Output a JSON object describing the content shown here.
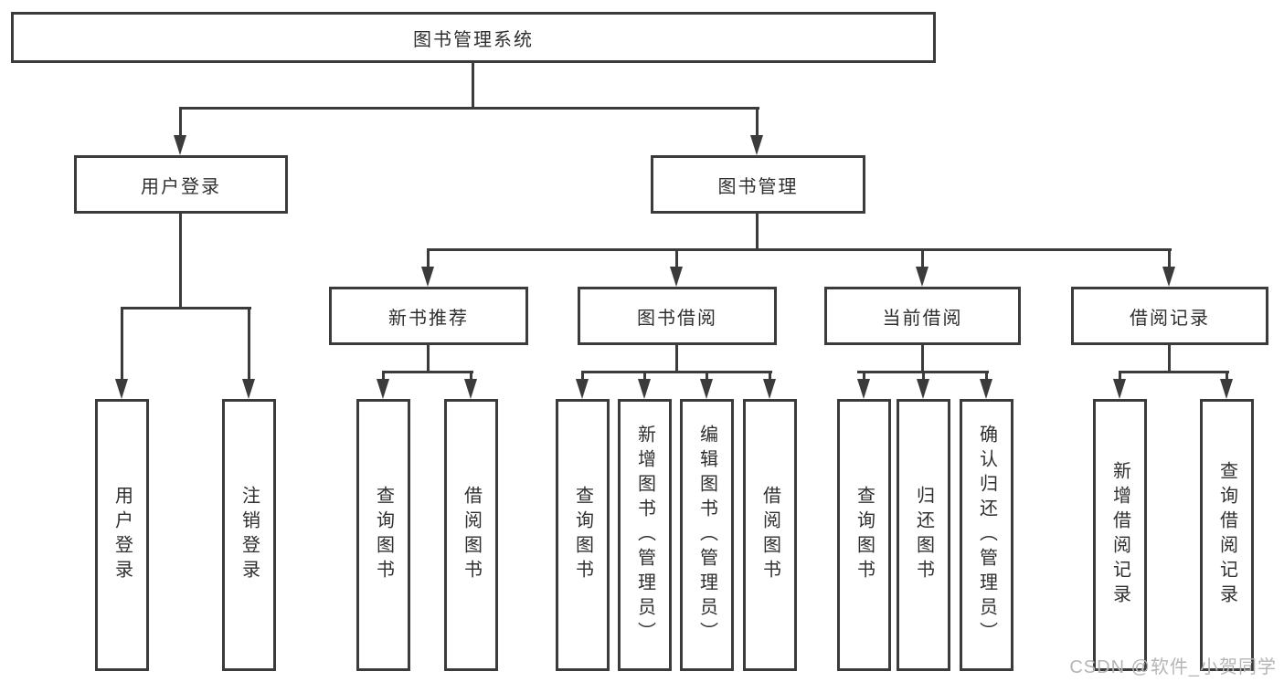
{
  "diagram_title": "图书管理系统",
  "tree": {
    "label": "图书管理系统",
    "children": [
      {
        "label": "用户登录",
        "children": [
          {
            "label": "用户登录"
          },
          {
            "label": "注销登录"
          }
        ]
      },
      {
        "label": "图书管理",
        "children": [
          {
            "label": "新书推荐",
            "children": [
              {
                "label": "查询图书"
              },
              {
                "label": "借阅图书"
              }
            ]
          },
          {
            "label": "图书借阅",
            "children": [
              {
                "label": "查询图书"
              },
              {
                "label": "新增图书（管理员）"
              },
              {
                "label": "编辑图书（管理员）"
              },
              {
                "label": "借阅图书"
              }
            ]
          },
          {
            "label": "当前借阅",
            "children": [
              {
                "label": "查询图书"
              },
              {
                "label": "归还图书"
              },
              {
                "label": "确认归还（管理员）"
              }
            ]
          },
          {
            "label": "借阅记录",
            "children": [
              {
                "label": "新增借阅记录"
              },
              {
                "label": "查询借阅记录"
              }
            ]
          }
        ]
      }
    ]
  },
  "watermark": {
    "text": "CSDN @软件_小贺同学"
  },
  "colors": {
    "line": "#3b3b3b",
    "text": "#2f2f2f",
    "box_background": "#ffffff",
    "watermark": "#b5b5b5",
    "page_background": "#ffffff"
  }
}
